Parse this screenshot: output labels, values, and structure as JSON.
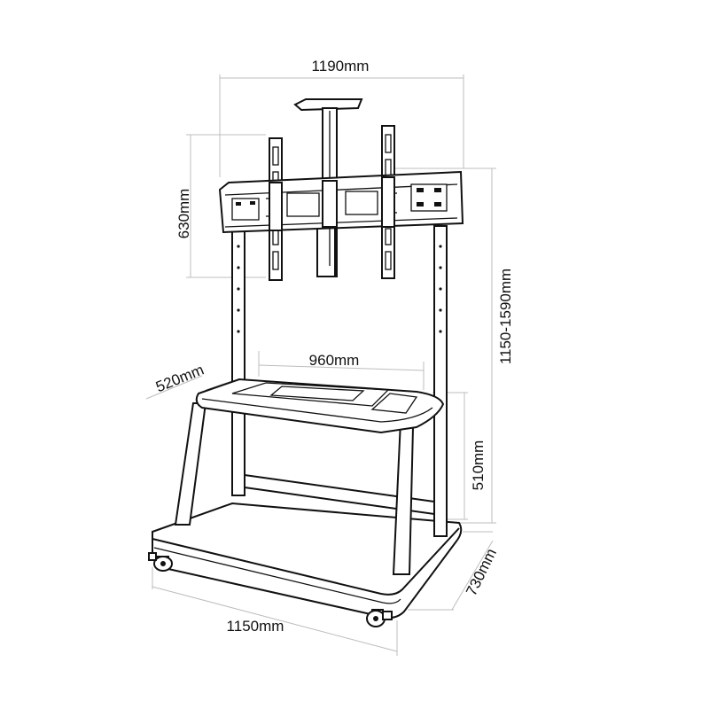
{
  "dimensions": {
    "top_width": "1190mm",
    "mount_height": "630mm",
    "total_height": "1150-1590mm",
    "tray_width": "960mm",
    "tray_depth": "520mm",
    "tray_height": "510mm",
    "base_depth": "730mm",
    "base_width": "1150mm"
  }
}
